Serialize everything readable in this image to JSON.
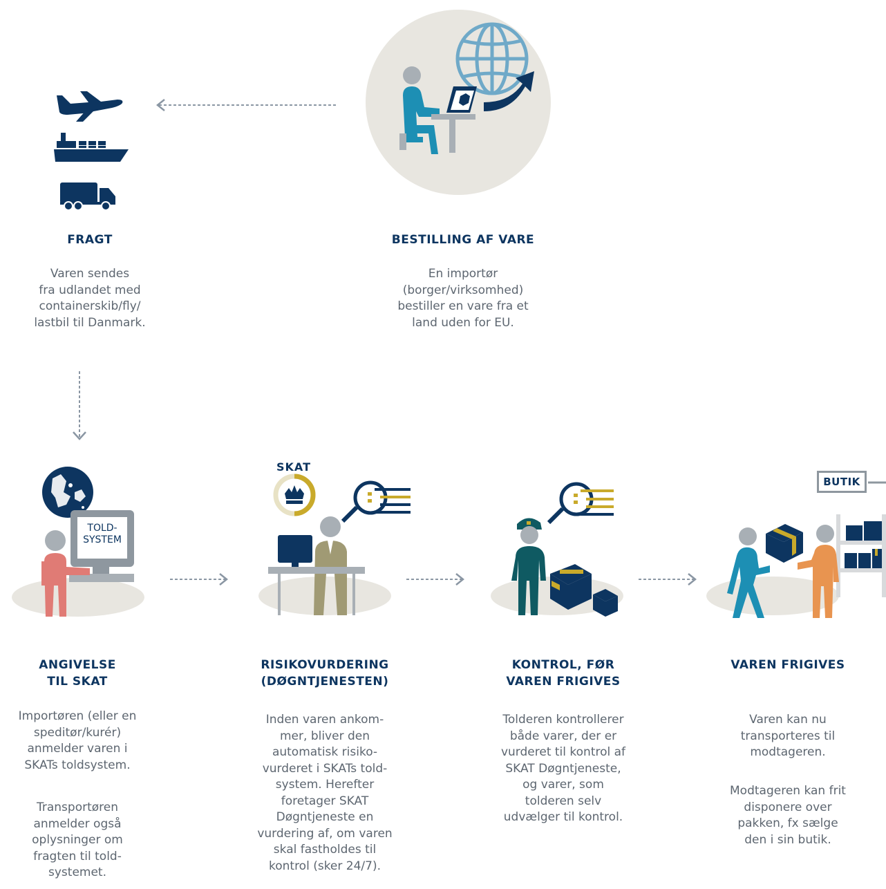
{
  "colors": {
    "navy": "#0d3560",
    "gray_text": "#5d6670",
    "arrow_gray": "#8a96a3",
    "light_circle": "#e8e6e0",
    "gold": "#c9aa2b",
    "teal": "#1d8fb4",
    "salmon": "#e07b75",
    "olive": "#a09a74",
    "dark_teal": "#0f5a62",
    "orange": "#e89450"
  },
  "steps": {
    "fragt": {
      "title": "FRAGT",
      "text": "Varen sendes\nfra udlandet med\ncontainerskib/fly/\nlastbil til Danmark.",
      "icons": [
        "airplane-icon",
        "container-ship-icon",
        "truck-icon"
      ]
    },
    "bestilling": {
      "title": "BESTILLING AF VARE",
      "text": "En importør\n(borger/virksomhed)\nbestiller en vare fra et\nland uden for EU.",
      "icons": [
        "globe-icon",
        "laptop-icon",
        "person-icon"
      ]
    },
    "angivelse": {
      "title": "ANGIVELSE\nTIL SKAT",
      "text": "Importøren (eller en\nspeditør/kurér)\nanmelder varen i\nSKATs toldsystem.",
      "text2": "Transportøren\nanmelder også\noplysninger om\nfragten til told-\nsystemet.",
      "screen_label": "TOLD-\nSYSTEM",
      "icons": [
        "denmark-map-icon",
        "computer-icon",
        "person-icon"
      ]
    },
    "risiko": {
      "title": "RISIKOVURDERING\n(DØGNTJENESTEN)",
      "text": "Inden varen ankom-\nmer, bliver den\nautomatisk risiko-\nvurderet i SKATs told-\nsystem. Herefter\nforetager SKAT\nDøgntjeneste en\nvurdering af, om varen\nskal fastholdes til\nkontrol (sker 24/7).",
      "logo_label": "SKAT",
      "icons": [
        "crown-icon",
        "magnifier-icon",
        "person-icon"
      ]
    },
    "kontrol": {
      "title": "KONTROL, FØR\nVAREN FRIGIVES",
      "text": "Tolderen kontrollerer\nbåde varer, der er\nvurderet til kontrol af\nSKAT Døgntjeneste,\nog varer, som\ntolderen selv\nudvælger til kontrol.",
      "icons": [
        "customs-officer-icon",
        "magnifier-icon",
        "package-icon"
      ]
    },
    "frigives": {
      "title": "VAREN FRIGIVES",
      "text": "Varen kan nu\ntransporteres til\nmodtageren.",
      "text2": "Modtageren kan frit\ndisponere over\npakken, fx sælge\nden i sin butik.",
      "shop_label": "BUTIK",
      "icons": [
        "person-icon",
        "package-icon",
        "shelf-icon"
      ]
    }
  }
}
